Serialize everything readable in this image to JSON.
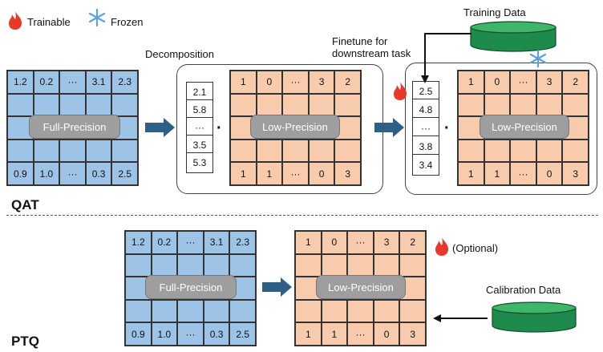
{
  "legend": {
    "trainable": "Trainable",
    "frozen": "Frozen"
  },
  "labels": {
    "decomposition": "Decomposition",
    "finetune_1": "Finetune for",
    "finetune_2": "downstream task",
    "training_data": "Training Data",
    "calibration_data": "Calibration Data",
    "optional": "(Optional)",
    "qat": "QAT",
    "ptq": "PTQ",
    "full_precision": "Full-Precision",
    "low_precision": "Low-Precision",
    "dot": "·"
  },
  "full_precision_grid": {
    "top": [
      "1.2",
      "0.2",
      "···",
      "3.1",
      "2.3"
    ],
    "bottom": [
      "0.9",
      "1.0",
      "···",
      "0.3",
      "2.5"
    ]
  },
  "low_precision_grid": {
    "top": [
      "1",
      "0",
      "···",
      "3",
      "2"
    ],
    "bottom": [
      "1",
      "1",
      "···",
      "0",
      "3"
    ]
  },
  "scale_before": [
    "2.1",
    "5.8",
    "···",
    "3.5",
    "5.3"
  ],
  "scale_after": [
    "2.5",
    "4.8",
    "···",
    "3.8",
    "3.4"
  ],
  "colors": {
    "full_precision": "#9dc3e6",
    "low_precision": "#f8cbad",
    "data_cylinder": "#1e8a4c",
    "arrow": "#2e5f84",
    "fire": "#e8382a",
    "snow": "#5aa0dc"
  }
}
